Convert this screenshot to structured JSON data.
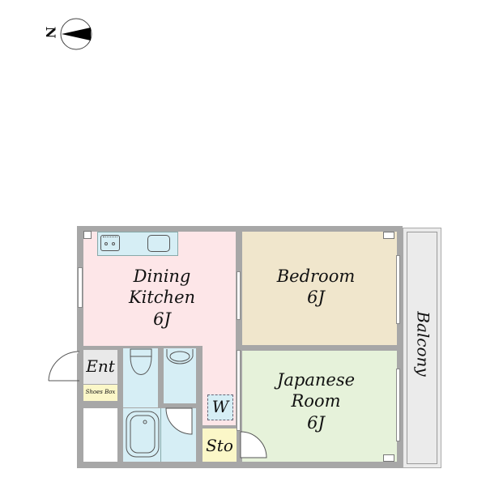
{
  "compass": {
    "direction_label": "N",
    "icon": "north-arrow-icon"
  },
  "colors": {
    "wall": "#a7a7a7",
    "dining_kitchen": "#fde6e8",
    "bedroom": "#f0e6cc",
    "japanese_room": "#e6f2da",
    "wet_area": "#d6eef5",
    "entrance": "#e9e9e9",
    "shoes_box": "#fbf7c8",
    "storage": "#fbf7c8",
    "balcony": "#ebebeb"
  },
  "rooms": {
    "dining_kitchen": {
      "line1": "Dining",
      "line2": "Kitchen",
      "size": "6J"
    },
    "bedroom": {
      "line1": "Bedroom",
      "size": "6J"
    },
    "japanese_room": {
      "line1": "Japanese",
      "line2": "Room",
      "size": "6J"
    },
    "entrance": {
      "label": "Ent"
    },
    "shoes_box": {
      "label": "Shoes Box"
    },
    "washer": {
      "label": "W"
    },
    "storage": {
      "label": "Sto"
    },
    "balcony": {
      "label": "Balcony"
    }
  }
}
